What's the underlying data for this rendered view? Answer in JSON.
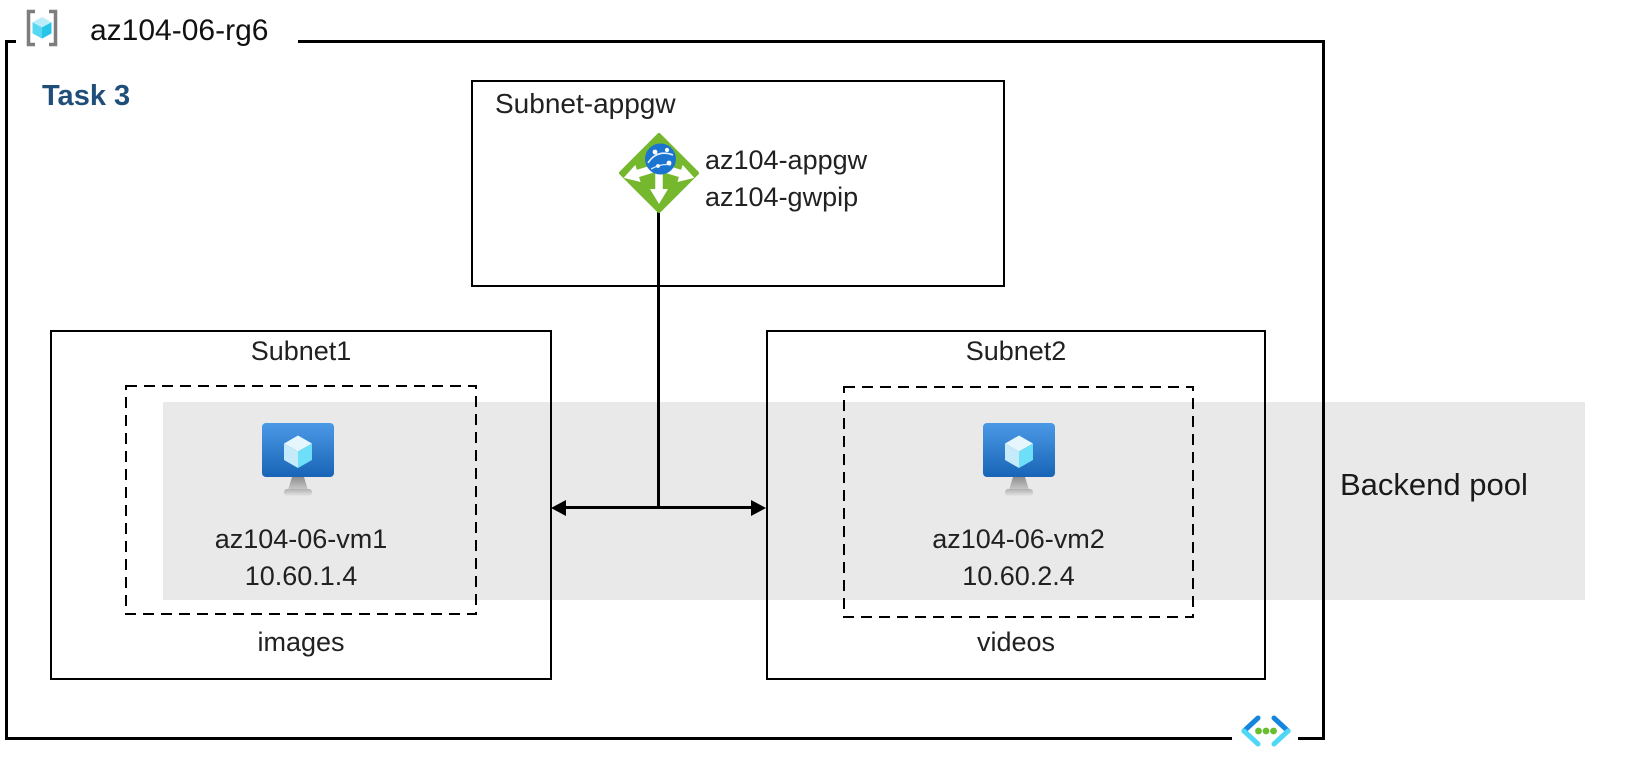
{
  "diagram": {
    "resource_group": {
      "icon": "resource-group-icon",
      "name": "az104-06-rg6"
    },
    "task": {
      "label": "Task 3"
    },
    "appgw_subnet": {
      "title": "Subnet-appgw",
      "gateway": {
        "icon": "application-gateway-icon",
        "name": "az104-appgw",
        "public_ip": "az104-gwpip"
      }
    },
    "subnet1": {
      "title": "Subnet1",
      "vm": {
        "icon": "virtual-machine-icon",
        "name": "az104-06-vm1",
        "ip": "10.60.1.4"
      },
      "storage_label": "images"
    },
    "subnet2": {
      "title": "Subnet2",
      "vm": {
        "icon": "virtual-machine-icon",
        "name": "az104-06-vm2",
        "ip": "10.60.2.4"
      },
      "storage_label": "videos"
    },
    "backend_pool": {
      "label": "Backend pool"
    },
    "virtual_network": {
      "icon": "virtual-network-icon"
    },
    "colors": {
      "task_label": "#1f4e79",
      "backend_pool_band": "#e9e9e9",
      "gateway_green": "#75b82d",
      "globe_blue": "#1b75d0",
      "vm_screen_top": "#4b9ae6",
      "vm_screen_bottom": "#1864b6",
      "cube_cyan": "#6ddff8",
      "vnet_dark_blue": "#1585dd",
      "vnet_light_blue": "#50d7f6",
      "vnet_dot_green": "#68bd31",
      "bracket_gray": "#7d7d7d",
      "line_black": "#000000"
    }
  }
}
